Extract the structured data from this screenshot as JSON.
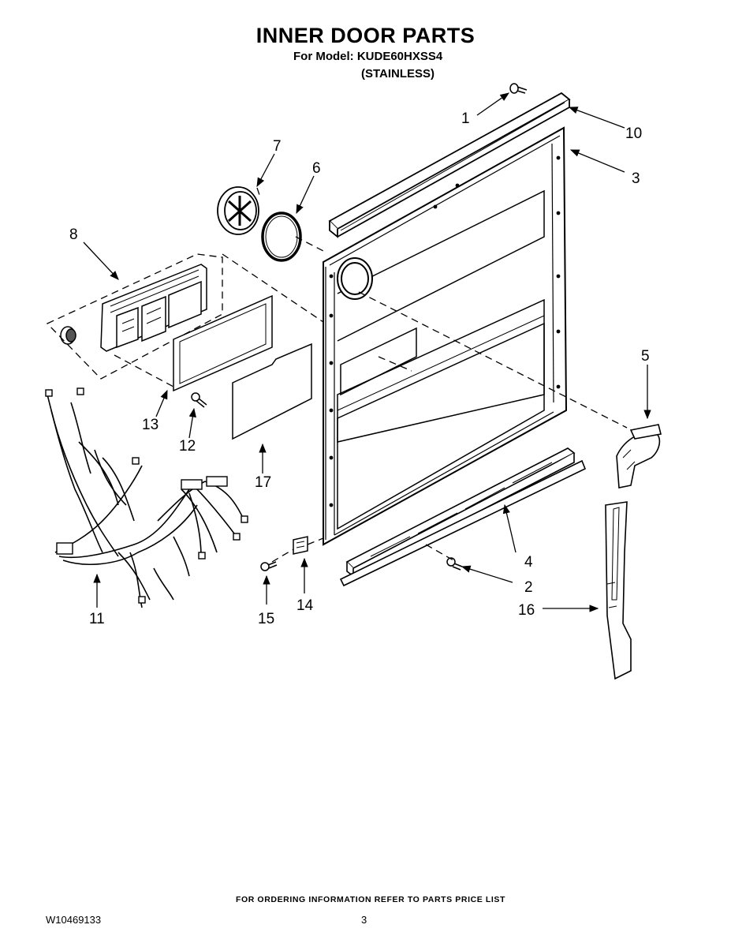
{
  "header": {
    "title": "INNER DOOR PARTS",
    "model_line": "For Model: KUDE60HXSS4",
    "variant": "(STAINLESS)"
  },
  "callouts": [
    "1",
    "2",
    "3",
    "4",
    "5",
    "6",
    "7",
    "8",
    "10",
    "11",
    "12",
    "13",
    "14",
    "15",
    "16",
    "17"
  ],
  "footer": {
    "ordering_note": "FOR ORDERING INFORMATION REFER TO PARTS PRICE LIST",
    "document_number": "W10469133",
    "page_number": "3"
  }
}
